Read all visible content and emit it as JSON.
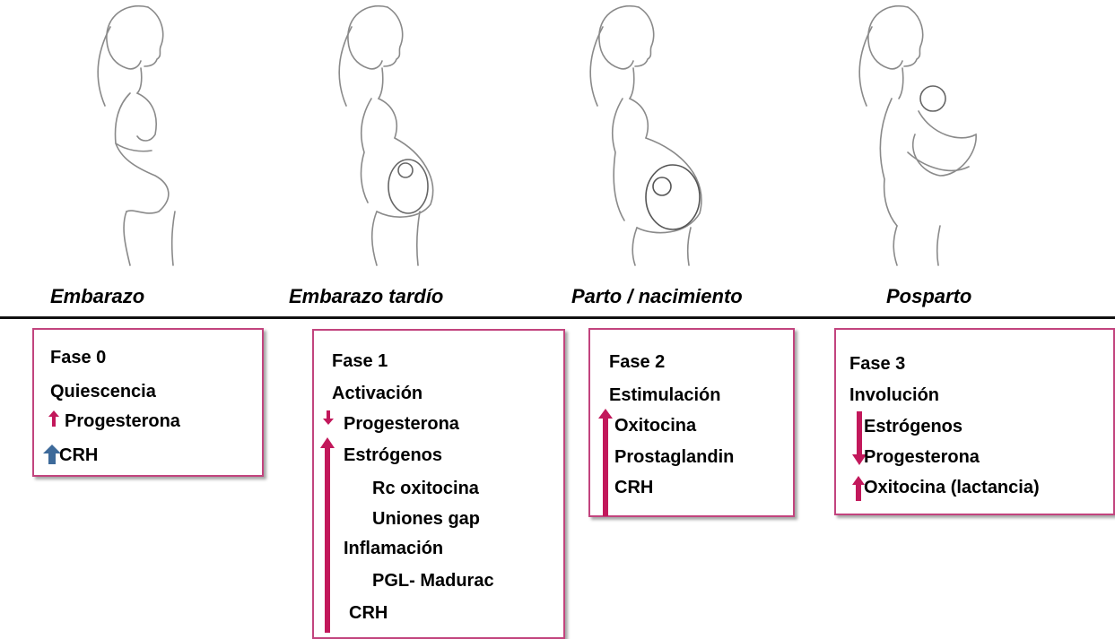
{
  "stages": [
    {
      "label": "Embarazo"
    },
    {
      "label": "Embarazo tardío"
    },
    {
      "label": "Parto / nacimiento"
    },
    {
      "label": "Posparto"
    }
  ],
  "phases": [
    {
      "title": "Fase 0",
      "name": "Quiescencia",
      "items": [
        "Progesterona",
        "CRH"
      ]
    },
    {
      "title": "Fase 1",
      "name": "Activación",
      "items": [
        "Progesterona",
        "Estrógenos",
        "Rc oxitocina",
        "Uniones gap",
        "Inflamación",
        "PGL- Madurac",
        "CRH"
      ]
    },
    {
      "title": "Fase 2",
      "name": "Estimulación",
      "items": [
        "Oxitocina",
        "Prostaglandin",
        "CRH"
      ]
    },
    {
      "title": "Fase 3",
      "name": "Involución",
      "items": [
        "Estrógenos",
        "Progesterona",
        "Oxitocina (lactancia)"
      ]
    }
  ],
  "colors": {
    "accent": "#c2447e",
    "arrow_magenta": "#c2185b",
    "arrow_blue": "#3d6a9a"
  }
}
